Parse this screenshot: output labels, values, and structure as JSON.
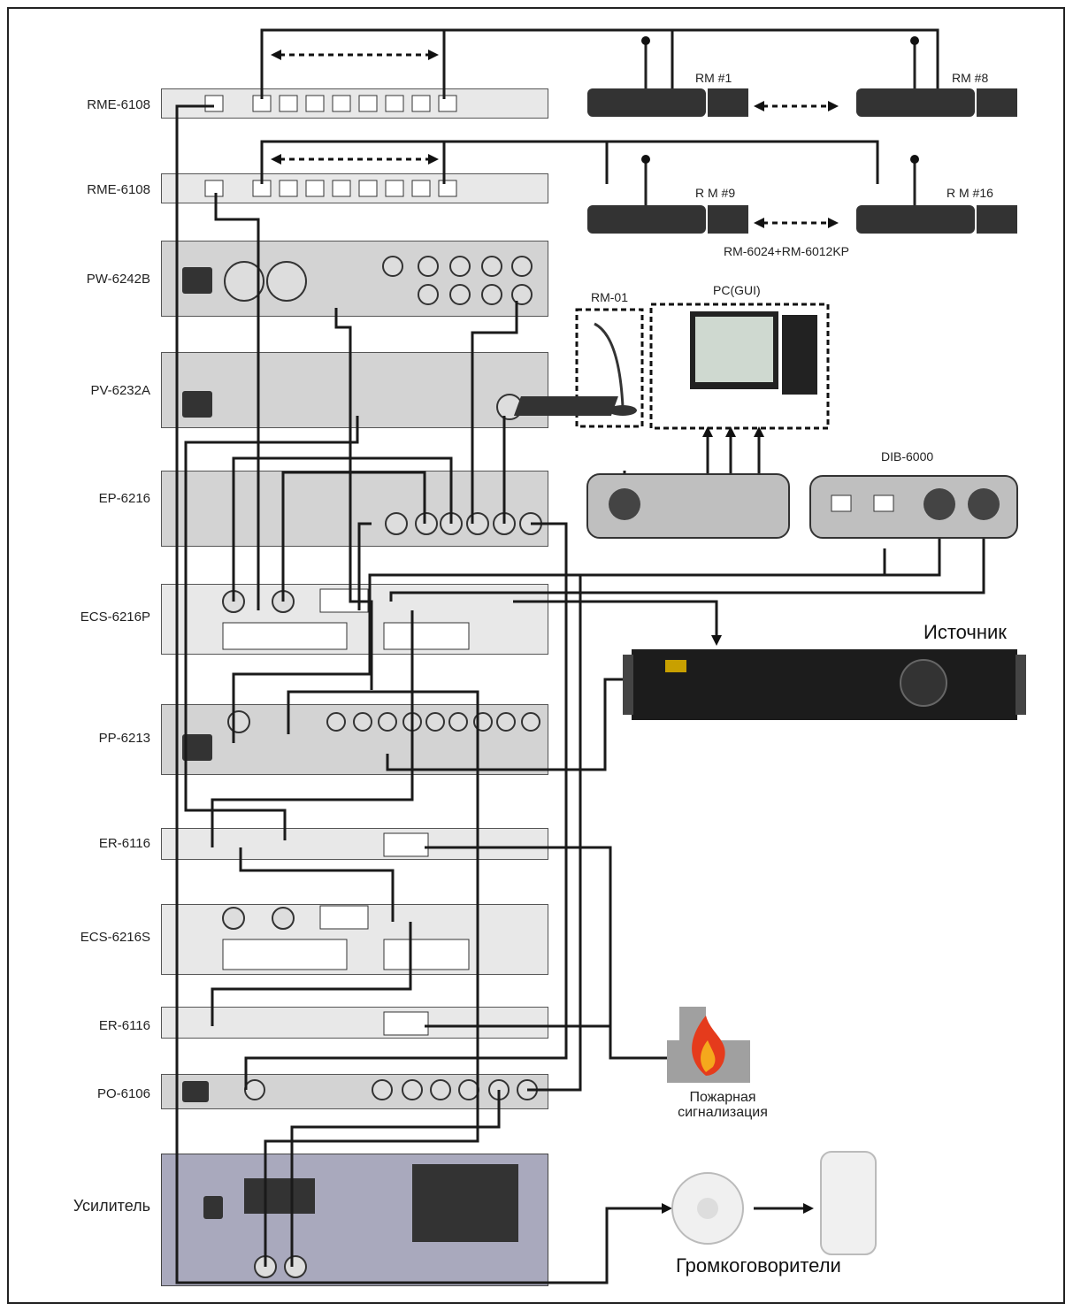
{
  "diagram": {
    "rack_labels": [
      "RME-6108",
      "RME-6108",
      "PW-6242B",
      "PV-6232A",
      "EP-6216",
      "ECS-6216P",
      "PP-6213",
      "ER-6116",
      "ECS-6216S",
      "ER-6116",
      "PO-6106",
      "Усилитель"
    ],
    "remote_labels": {
      "rm1": "RM #1",
      "rm8": "RM #8",
      "rm9": "R M #9",
      "rm16": "R M #16",
      "rm_model": "RM-6024+RM-6012KP"
    },
    "rm01_label": "RM-01",
    "pc_label": "PC(GUI)",
    "dib_label": "DIB-6000",
    "source_label": "Источник",
    "fire_label": "Пожарная сигнализация",
    "speakers_label": "Громкоговорители"
  }
}
